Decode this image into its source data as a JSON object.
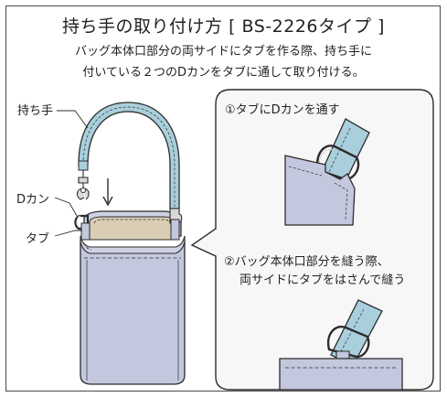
{
  "title": "持ち手の取り付け方 [ BS-2226タイプ ]",
  "description": {
    "line1": "バッグ本体口部分の両サイドにタブを作る際、持ち手に",
    "line2": "付いている２つのDカンをタブに通して取り付ける。"
  },
  "labels": {
    "handle": "持ち手",
    "d_ring": "Dカン",
    "tab": "タブ"
  },
  "steps": [
    {
      "text": "①タブにDカンを通す"
    },
    {
      "text": "②バッグ本体口部分を縫う際、",
      "text2": "両サイドにタブをはさんで縫う"
    }
  ],
  "colors": {
    "strap": "#a9cfdc",
    "bag_body": "#c4c8de",
    "bag_inner": "#d9cdb4",
    "bag_rim": "#cfd2e4",
    "bubble_fill": "#f7f7f7",
    "outline": "#2c2c2c"
  }
}
